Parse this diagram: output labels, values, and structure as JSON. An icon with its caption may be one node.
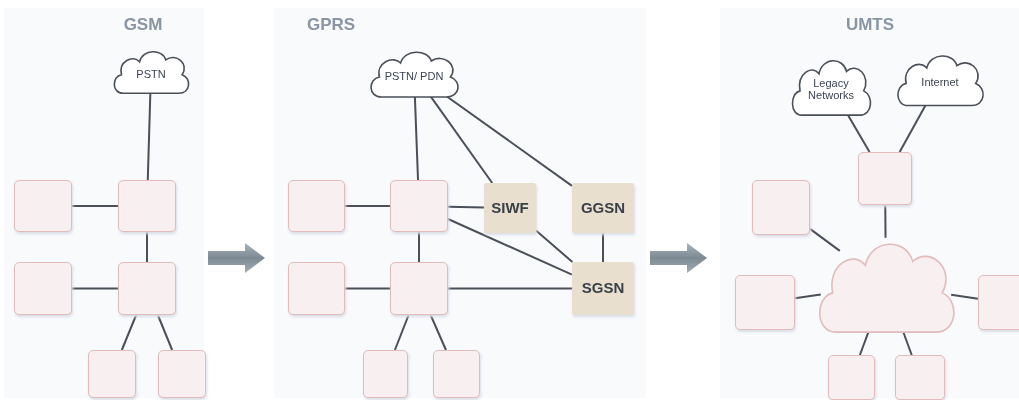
{
  "diagram": {
    "nodes": [
      {
        "text": [
          "GSM"
        ]
      },
      {
        "text": [
          "PSTN"
        ],
        "in": 0
      },
      {
        "text": [],
        "shape": "box",
        "in": 0
      },
      {
        "text": [],
        "shape": "box",
        "in": 0
      },
      {
        "text": [],
        "shape": "box",
        "in": 0
      },
      {
        "text": [],
        "shape": "box",
        "in": 0
      },
      {
        "text": [],
        "shape": "box",
        "in": 0
      },
      {
        "text": [],
        "shape": "box",
        "in": 0
      },
      {
        "text": [
          "GPRS"
        ]
      },
      {
        "text": [
          "PSTN/ PDN"
        ],
        "in": 8
      },
      {
        "text": [],
        "shape": "box",
        "in": 8
      },
      {
        "text": [],
        "shape": "box",
        "in": 8
      },
      {
        "text": [
          "SIWF"
        ],
        "in": 8
      },
      {
        "text": [
          "GGSN"
        ],
        "in": 8
      },
      {
        "text": [],
        "shape": "box",
        "in": 8
      },
      {
        "text": [],
        "shape": "box",
        "in": 8
      },
      {
        "text": [
          "SGSN"
        ],
        "in": 8
      },
      {
        "text": [],
        "shape": "box",
        "in": 8
      },
      {
        "text": [],
        "shape": "box",
        "in": 8
      },
      {
        "text": [
          "UMTS"
        ]
      },
      {
        "text": [
          "Legacy Networks"
        ],
        "in": 19
      },
      {
        "text": [
          "Internet"
        ],
        "in": 19
      },
      {
        "text": [],
        "shape": "box",
        "in": 19
      },
      {
        "text": [],
        "shape": "box",
        "in": 19
      },
      {
        "text": [],
        "shape": "cloud",
        "in": 19
      },
      {
        "text": [],
        "shape": "box",
        "in": 19
      },
      {
        "text": [],
        "shape": "box",
        "in": 19
      },
      {
        "text": [],
        "shape": "box",
        "in": 19
      },
      {
        "text": [],
        "shape": "box",
        "in": 19
      }
    ],
    "edges": [
      {
        "from": 1,
        "to": 3,
        "arrow": "none"
      },
      {
        "from": 3,
        "to": 2,
        "arrow": "none"
      },
      {
        "from": 3,
        "to": 5,
        "arrow": "none"
      },
      {
        "from": 4,
        "to": 5,
        "arrow": "none"
      },
      {
        "from": 5,
        "to": 6,
        "arrow": "none"
      },
      {
        "from": 5,
        "to": 7,
        "arrow": "none"
      },
      {
        "from": 0,
        "to": 8,
        "arrow": "to",
        "style": "thick"
      },
      {
        "from": 9,
        "to": 11,
        "arrow": "none"
      },
      {
        "from": 9,
        "to": 12,
        "arrow": "none"
      },
      {
        "from": 9,
        "to": 13,
        "arrow": "none"
      },
      {
        "from": 11,
        "to": 10,
        "arrow": "none"
      },
      {
        "from": 11,
        "to": 12,
        "arrow": "none"
      },
      {
        "from": 11,
        "to": 16,
        "arrow": "none"
      },
      {
        "from": 12,
        "to": 16,
        "arrow": "none"
      },
      {
        "from": 13,
        "to": 16,
        "arrow": "none"
      },
      {
        "from": 11,
        "to": 15,
        "arrow": "none"
      },
      {
        "from": 14,
        "to": 15,
        "arrow": "none"
      },
      {
        "from": 15,
        "to": 16,
        "arrow": "none"
      },
      {
        "from": 15,
        "to": 17,
        "arrow": "none"
      },
      {
        "from": 15,
        "to": 18,
        "arrow": "none"
      },
      {
        "from": 8,
        "to": 19,
        "arrow": "to",
        "style": "thick"
      },
      {
        "from": 20,
        "to": 22,
        "arrow": "none"
      },
      {
        "from": 21,
        "to": 22,
        "arrow": "none"
      },
      {
        "from": 22,
        "to": 24,
        "arrow": "none"
      },
      {
        "from": 23,
        "to": 24,
        "arrow": "none"
      },
      {
        "from": 25,
        "to": 24,
        "arrow": "none"
      },
      {
        "from": 24,
        "to": 26,
        "arrow": "none"
      },
      {
        "from": 24,
        "to": 27,
        "arrow": "none"
      },
      {
        "from": 24,
        "to": 28,
        "arrow": "none"
      }
    ]
  }
}
